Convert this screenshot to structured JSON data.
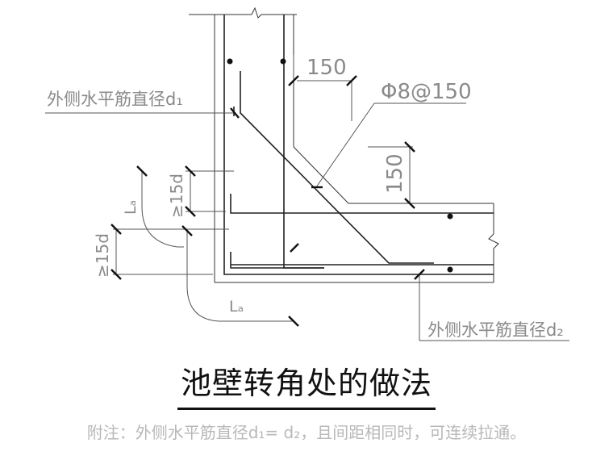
{
  "labels": {
    "outer_bar_d1": "外侧水平筋直径d₁",
    "outer_bar_d2": "外侧水平筋直径d₂",
    "spacing_top": "150",
    "spacing_right": "150",
    "rebar_spec": "Φ8@150",
    "anchor_15d_upper": "≥15d",
    "anchor_15d_lower": "≥15d",
    "la_vertical": "Lₐ",
    "la_horizontal": "Lₐ"
  },
  "title": "池壁转角处的做法",
  "note": "附注：外侧水平筋直径d₁= d₂，且间距相同时，可连续拉通。"
}
